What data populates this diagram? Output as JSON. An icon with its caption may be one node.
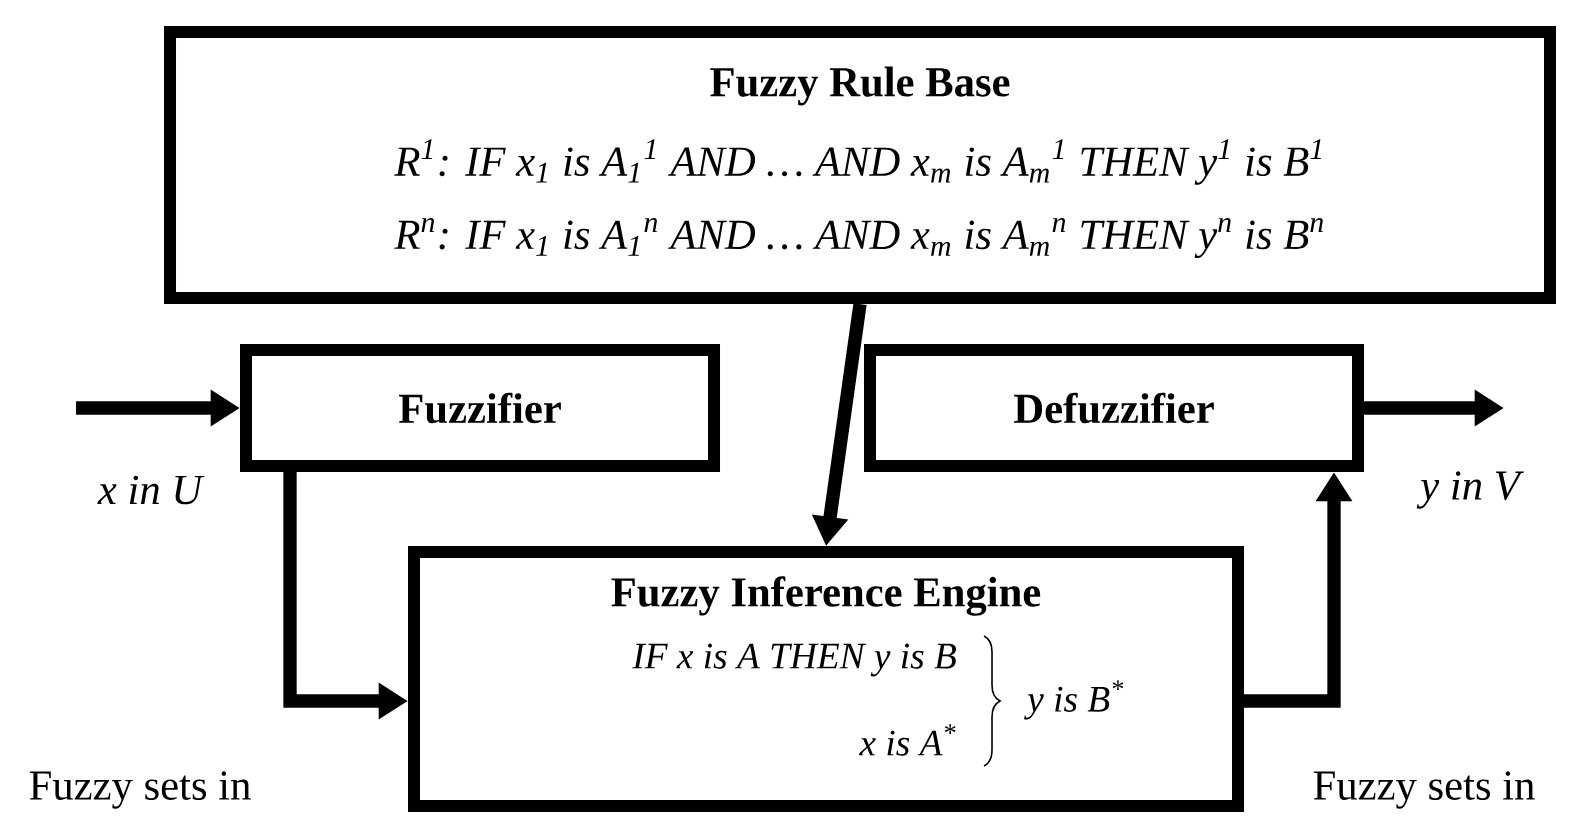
{
  "diagram": {
    "nodes": [
      {
        "text": [
          "Fuzzy Rule Base",
          "R$^{1}$: IF x$_{1}$ is A$_{1}$$^{1}$ AND … AND x$_{m}$ is A$_{m}$$^{1}$ THEN y$^{1}$ is B$^{1}$",
          "R$^{n}$: IF x$_{1}$ is A$_{1}$$^{n}$ AND … AND x$_{m}$ is A$_{m}$$^{n}$ THEN y$^{n}$ is B$^{n}$"
        ]
      },
      {
        "text": [
          "Fuzzifier"
        ]
      },
      {
        "text": [
          "Defuzzifier"
        ]
      },
      {
        "text": [
          "Fuzzy Inference Engine",
          "IF x is A THEN y is B",
          "x is A$^{*}$",
          "y is B$^{*}$"
        ]
      }
    ],
    "edges": [
      {
        "from": null,
        "to": 1,
        "arrow": "to"
      },
      {
        "from": 1,
        "to": 3,
        "arrow": "to"
      },
      {
        "from": 0,
        "to": 3,
        "arrow": "to"
      },
      {
        "from": 3,
        "to": 2,
        "arrow": "to"
      },
      {
        "from": 2,
        "to": null,
        "arrow": "to"
      }
    ],
    "labels": [
      "x in U",
      "y in V",
      "Fuzzy sets in",
      "Fuzzy sets in"
    ]
  }
}
